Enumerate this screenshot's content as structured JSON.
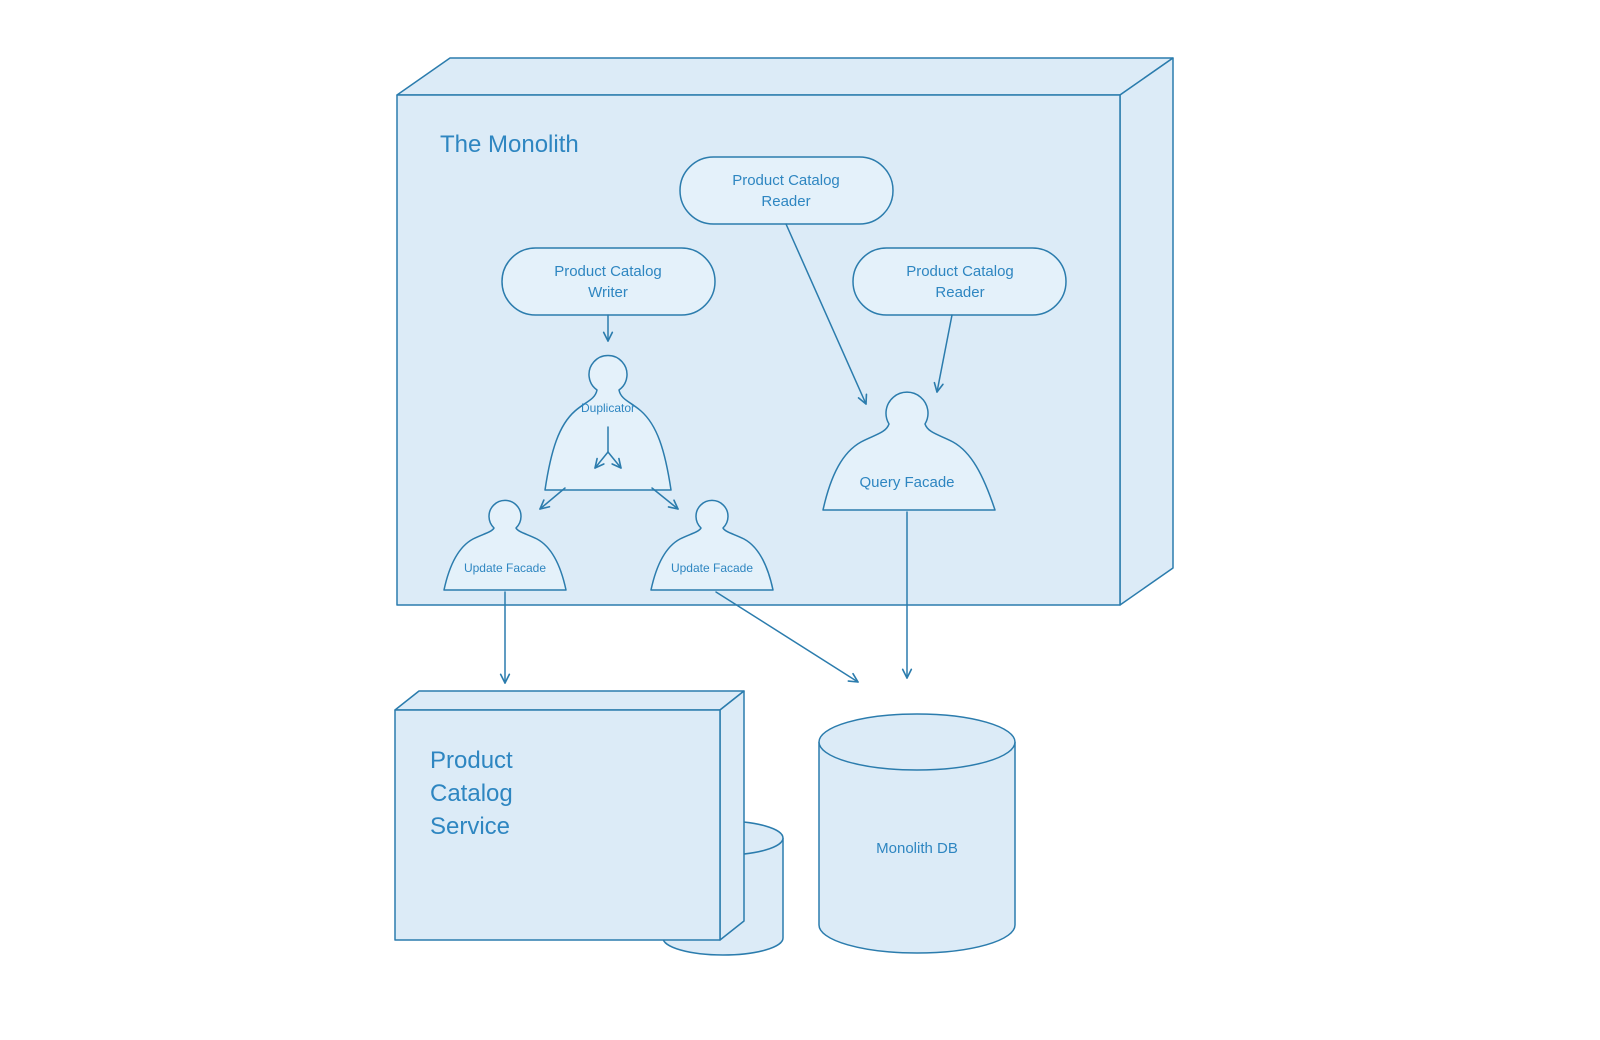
{
  "colors": {
    "background": "#ffffff",
    "monolith_fill": "#dcebf7",
    "inner_shape_fill": "#e4f1fa",
    "stroke": "#2b7cad",
    "text": "#2e86c1"
  },
  "monolith": {
    "title": "The Monolith",
    "reader_top_label": "Product Catalog Reader",
    "writer_label": "Product Catalog Writer",
    "reader_right_label": "Product Catalog Reader",
    "duplicator_label": "Duplicator",
    "query_facade_label": "Query Facade",
    "update_facade_left_label": "Update Facade",
    "update_facade_right_label": "Update Facade"
  },
  "service": {
    "title": "Product Catalog Service"
  },
  "database": {
    "label": "Monolith DB"
  }
}
